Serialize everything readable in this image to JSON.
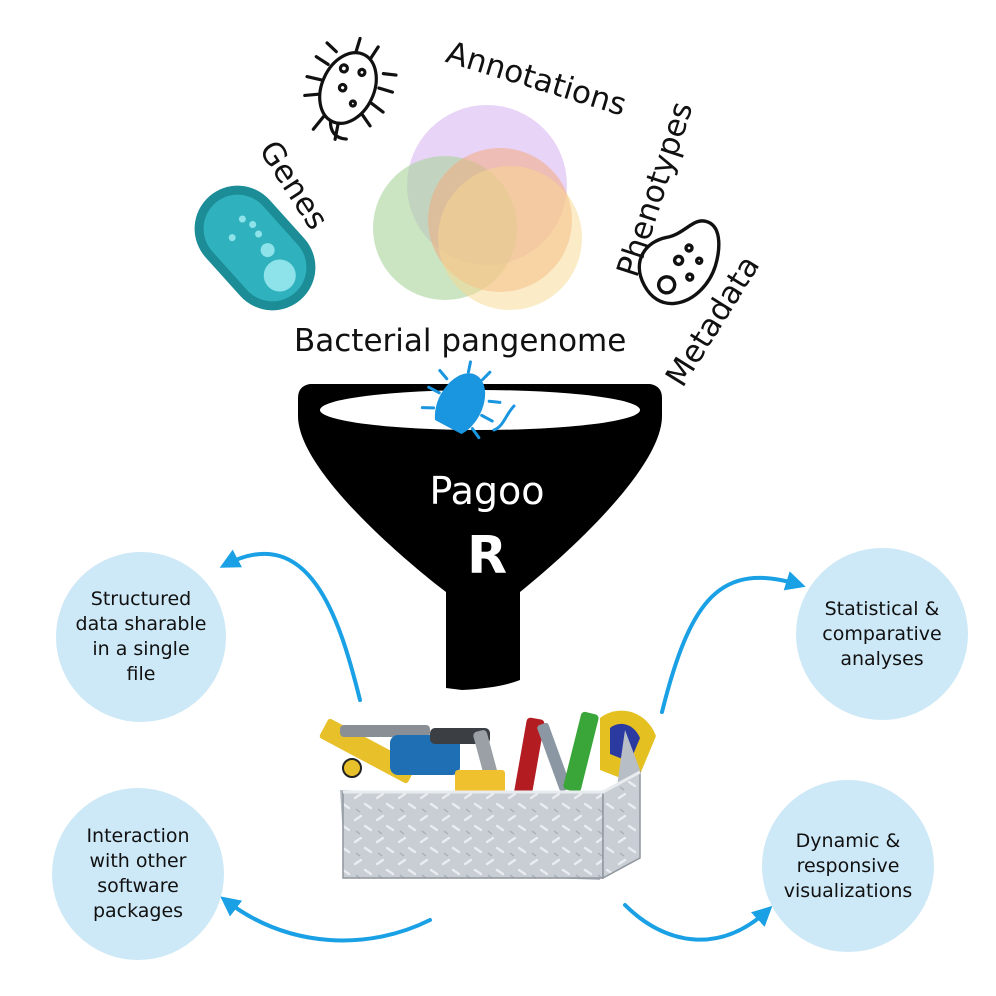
{
  "labels": {
    "annotations": "Annotations",
    "genes": "Genes",
    "phenotypes": "Phenotypes",
    "metadata": "Metadata",
    "pangenome": "Bacterial pangenome"
  },
  "funnel": {
    "title": "Pagoo",
    "logo": "R"
  },
  "outputs": {
    "structured": [
      "Structured",
      "data sharable",
      "in a single",
      "file"
    ],
    "statistical": [
      "Statistical &",
      "comparative",
      "analyses"
    ],
    "interaction": [
      "Interaction",
      "with other",
      "software",
      "packages"
    ],
    "dynamic": [
      "Dynamic &",
      "responsive",
      "visualizations"
    ]
  },
  "colors": {
    "venn_purple": "#e2c4f4",
    "venn_green": "#bcdcb0",
    "venn_orange": "#f6c49a",
    "venn_yellow": "#f7dc9c",
    "bacterium_teal": "#1a8d96",
    "bacterium_inner": "#35bfc9",
    "funnel_black": "#000000",
    "bubble_blue": "#cde8f6",
    "arrow_blue": "#1aa0e4",
    "microbe_blue": "#1a95e0"
  },
  "icons": [
    "bacterium-virus-icon",
    "bacterium-teal-icon",
    "microbe-outline-icon",
    "blue-microbe-icon",
    "toolbox-icon"
  ]
}
